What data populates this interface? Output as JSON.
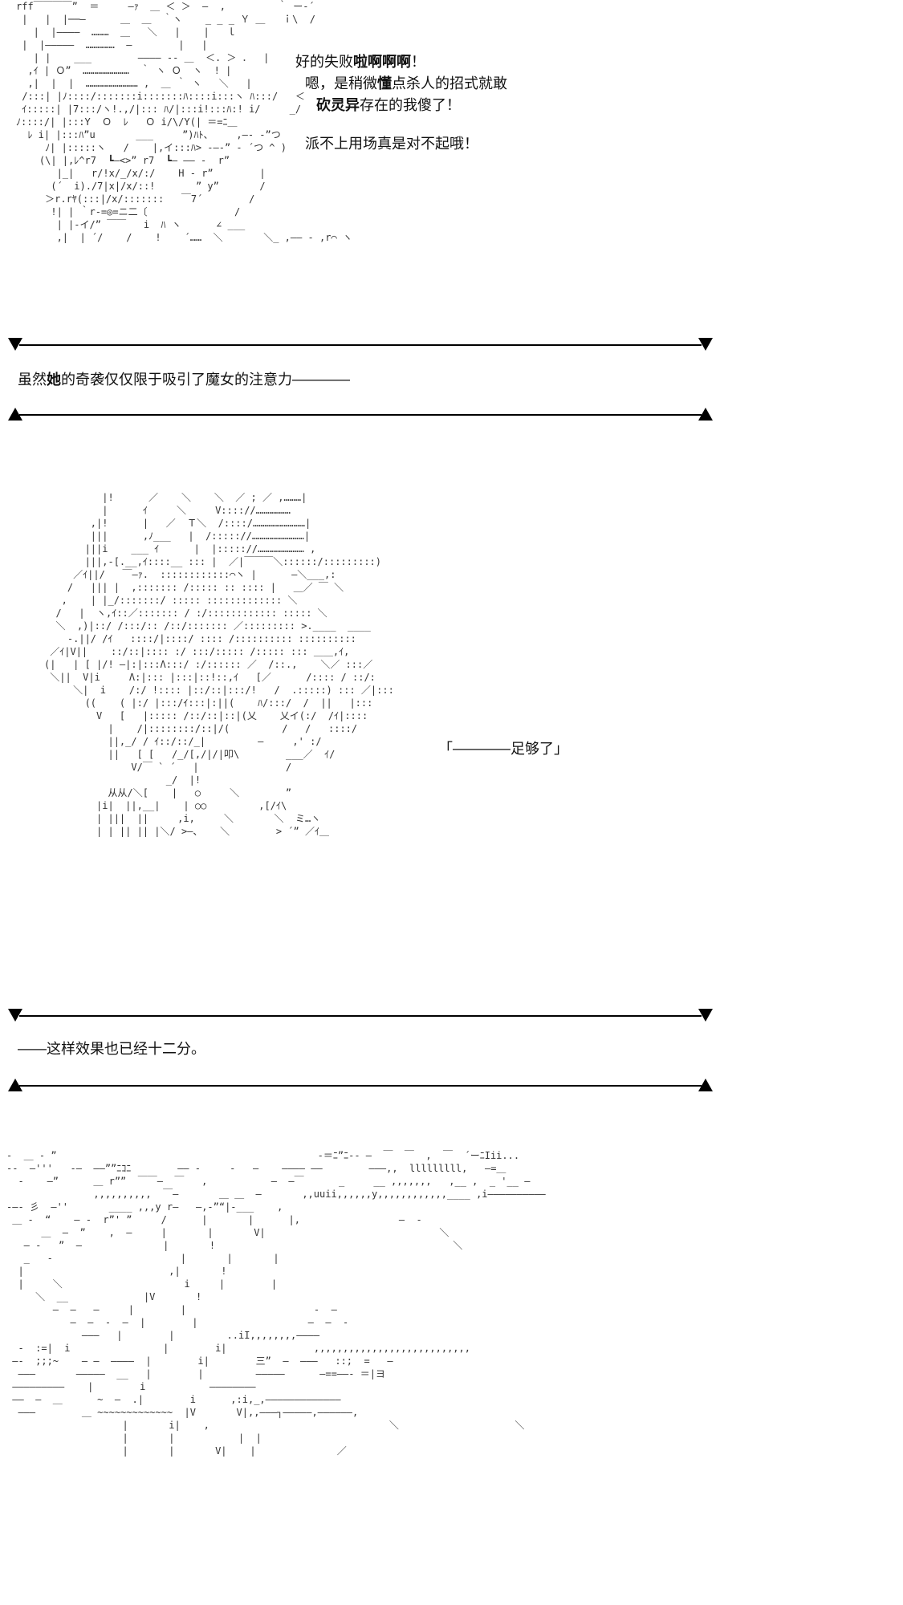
{
  "panel1": {
    "ascii_art": "rff￣￣￣￣”  ＝     ―ｧ  ＿ ＜ ＞  ―  ,         ｀ ー‐´\n |   |  |──―      ＿  ＿  ｀ヽ    _ _ _ Ｙ ＿   ｉ\\  /\n   |  |――――  ………  ＿   ＼   |    |   ｌ \n |  |―――――  ……………  ―        |   |\n   | |    ___        ―――― ‐- ＿  ＜. ＞ ．  |  \n  ,ｲ | Ｏ”  ……………………  ｀ ヽ Ｏ  ヽ  ! |\n  ,|  |  |  ……………………… ,  ＿ ｀ ヽ   ＼   |\n /:::| |ﾉ::::/:::::::i:::::::ﾊ::::i:::ヽ ﾊ:::/   ＜\n ｲ:::::| |7:::/ヽ!.,/|::: ﾊ/|:::i!:::ﾊ:! i/     _/\nﾉ::::/| |:::Y  Ｏ  ﾚ   Ｏ i/\\/Y(| ＝=ﾆ＿\n  ﾚ i| |:::ﾊ”u       ___     ”)ﾊﾄ、    ,―‐ -”つ\n     ﾉ| |:::::ヽ   /    |,イ:::ﾊ> -―‐” ‐ ´つ ^ )\n    (\\| |,ﾚ^r7  ┗―<>” r7  ┗― ―― ‐  r”\n       |_|   r/!x/_/x/:/    H ‐ r”        |\n      (´  i)./7|x|/x/::!       ” y”       /\n     ＞r.rﾔ(:::|/x/:::::::   ￣7´        /\n      !| | ｀r-=◎=ニ二〔               /\n       | |-イ/” ￣￣   i  ﾊ ヽ      ∠ ___\n       ,|  | ´/    /    !    ´……  ＼       ＼_ ,―― ‐ ,r⌒ ヽ",
    "speech_lines": [
      {
        "pre": "好的失败",
        "bold": "啦啊啊啊",
        "post": "！"
      },
      {
        "pre": "嗯，是稍微",
        "bold": "懂",
        "post": "点杀人的招式就敢"
      },
      {
        "pre": "",
        "bold": "砍灵异",
        "post": "存在的我傻了！"
      },
      {
        "pre": "派不上用场真是对不起哦！",
        "bold": "",
        "post": ""
      }
    ]
  },
  "narration1": {
    "pre": "虽然",
    "bold": "她",
    "post": "的奇袭仅仅限于吸引了魔女的注意力――――"
  },
  "panel2": {
    "ascii_art": "          |!      ／    ＼    ＼  ／ ; ／ ,………|\n          |      ｲ     ＼     V:::://………………\n        ,|!      |   ／  Ｔ＼  /::::/………………………|\n        |||      ,ﾉ___   |  /::::://………………………|\n       |||i    ___ ｲ      |  |::::://…………………… ,\n       |||,-[.__,ｲ::::__ ::: |  ／|￣￣￣＼::::::/:::::::::)\n     ／ｲ||/   ￣―ｧ.  ::::::::::::⌒ヽ |      ―＼___,:\n    /   ||| |  ,::::::: /::::: :: :::: |   ＿／ ￣ ＼\n   ,    | |_/:::::::/ ::::: ::::::::::::: ＼\n  /   |  ヽ,ｲ::／::::::: / :/:::::::::::: ::::: ＼\n  ＼  ,)|::/ /:::/:: /::/::::::: ／::::::::: >.____  ____\n    -.||/ /ｲ   ::::/|::::/ :::: /:::::::::: ::::::::::\n ／ｲ|V||    ::/::|:::: :/ :::/::::: /::::: ::: ＿＿,ｲ,\n(|   | [ |/! ―|:|:::Λ:::/ :/:::::: ／  /::.,    ＼／ :::／\n ＼||  V|i     Λ:|::: |:::|::!::,ｲ   [／      /:::: / ::/:\n     ＼|  i    /:/ !:::: |::/::|:::/!   /  .:::::) ::: ／|:::\n       ((    ( |:/ |:::/ｲ:::|:||(    ﾊ/:::/  /  ||   |:::\n         V   [   |::::: /::/::|::|(乂    乂イ(:/  /ｲ|::::\n           |    /|::::::::/::|/(         /   /   ::::/\n           ||,_/ / ｲ::/::/_|         ―     ,' :/\n           ||   [ [   /_/[,/|/|叩\\        ___／  ｲ/\n               V/￣ ` ´   |               /\n                     _/  |!\n           从从/＼[    |   ○     ＼        ”\n         |i|  ||,__|    | ○○         ,[/ｲ\\\n         | |||  ||     ,i,     ＼       ＼  ミ…ヽ\n         | | || || |＼/ >―、   ＼        > ´” ／ｲ＿",
    "quote": "「――――足够了」"
  },
  "narration2": {
    "text": "――这样效果也已经十二分。"
  },
  "panel3": {
    "ascii_art": "-  ＿ ‐ ”                                             -＝ﾆ”ﾆ-- ―  ￣  ￣  ,  ￣  ´ーﾆIii...\n--  ―'''   ‐―  ――””ﾆｺﾆ        ―― ‐     ‐   ―    ―――― ――        ―――,,  lllllllll,   ―=＿\n  ‐    ―”      ＿ r””  ￣￣―  ￣   ,           ―  ―￣      _     __ ,,,,,,,   ,__ ,  _ '__ ―\n               ,,,,,,,,,,  ￣―       ＿ ＿  ―       ,,uuii,,,,,,y,,,,,,,,,,,,____ ,i――――――――――\n‐―‐ 彡  ―''       ____ ,,,y r―   ―,-”“|‐___    ,                                     \n ＿ ‐  “    ― ‐  r”' ”     /      |       |      |,                 ―  ‐\n      ＿  ―  ”    ,  ―     |       |       V|                              ＼\n   ― ‐   ”  ―              |       !                                         ＼\n   _   ‐                      |       |       |                                    \n  |                         ,|       !                                              \n  |     ＼                     i     |        |                                      \n     ＼  __             |V       !                                                \n        ―  ―   ―     |        |                      ‐  ―\n           ―  ―  ‐  ―  |        |                   ―  ―  ‐\n             ―――   |        |         ..iI,,,,,,,,――――\n  -  :=|  i                |        i|               ,,,,,,,,,,,,,,,,,,,,,,,,,,,\n ―‐  ;;;~    ― ―  ――――  |        i|        三”  ―  ―――   ::;  =   ―\n  ―――       ―――――  __   |        |         ―――――      ―==――‐ ＝|ヨ  \n ―――――――――    |        i           ――――――――  \n ――  ―  ＿      ~  ―  .|        i      ,:i,_,―――――――――――――\n  ―――        ＿ ~~~~~~~~~~~~~  |V       V|,,―――┐―――――,――――――,\n                    |       i|    ,                               ＼                    ＼\n                    |       |           |  |                            \n                    |       |       V|    |              ／"
  }
}
